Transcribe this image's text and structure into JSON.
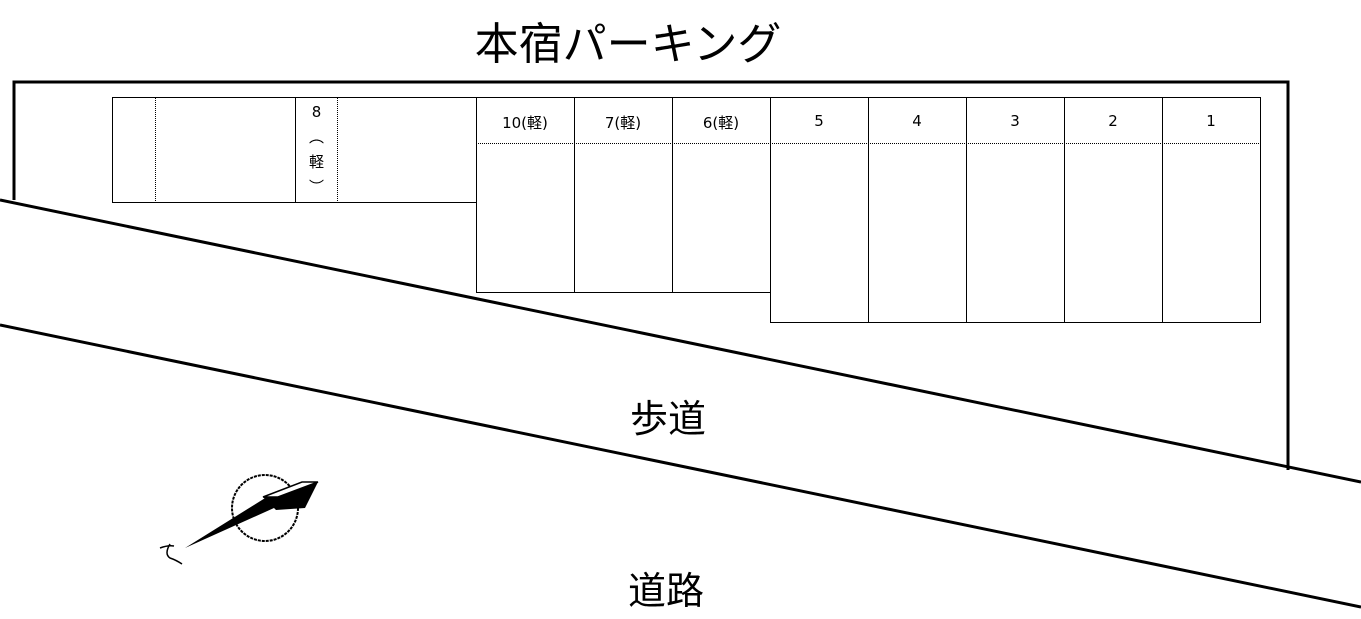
{
  "title": "本宿パーキング",
  "spaces": [
    {
      "label": "10(軽)"
    },
    {
      "label": "7(軽)"
    },
    {
      "label": "6(軽)"
    },
    {
      "label": "5"
    },
    {
      "label": "4"
    },
    {
      "label": "3"
    },
    {
      "label": "2"
    },
    {
      "label": "1"
    }
  ],
  "space8": {
    "number": "8",
    "open": "︵",
    "kind": "軽",
    "close": "︶"
  },
  "sidewalk_label": "歩道",
  "road_label": "道路",
  "compass_icon": "north-arrow-icon",
  "line_color": "#000000"
}
